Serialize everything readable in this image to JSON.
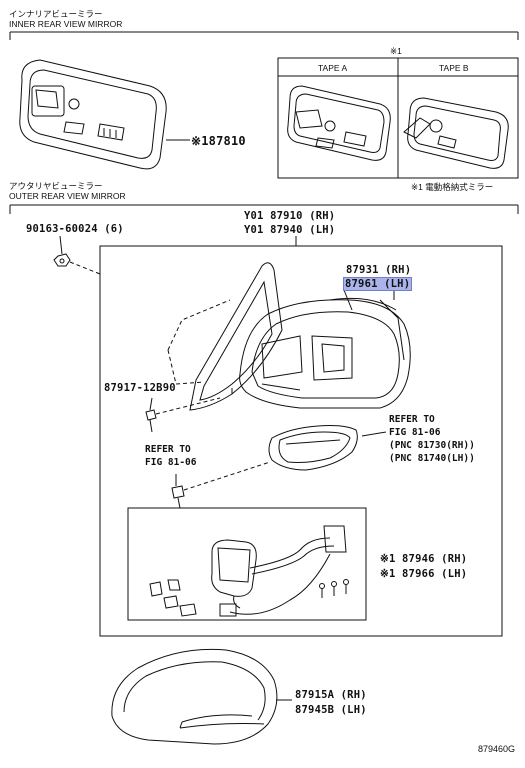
{
  "inner_section": {
    "title_jp": "インナリアビューミラー",
    "title_en": "INNER REAR VIEW MIRROR",
    "part_number": "※187810",
    "note_box": {
      "header": "※1",
      "col_a": "TAPE A",
      "col_b": "TAPE B"
    },
    "footnote": "※1 電動格納式ミラー"
  },
  "outer_section": {
    "title_jp": "アウタリヤビューミラー",
    "title_en": "OUTER REAR VIEW MIRROR",
    "bolt_number": "90163-60024 (6)",
    "assy_rh": "Y01 87910 (RH)",
    "assy_lh": "Y01 87940 (LH)",
    "cover_rh": "87931 (RH)",
    "cover_lh": "87961 (LH)",
    "screw_number": "87917-12B90",
    "refer_right": [
      "REFER TO",
      "FIG 81-06",
      "(PNC 81730(RH))",
      "(PNC 81740(LH))"
    ],
    "refer_left": [
      "REFER TO",
      "FIG 81-06"
    ],
    "harness_rh": "※1 87946 (RH)",
    "harness_lh": "※1 87966 (LH)",
    "cap_rh": "87915A (RH)",
    "cap_lh": "87945B (LH)"
  },
  "diagram_code": "879460G"
}
